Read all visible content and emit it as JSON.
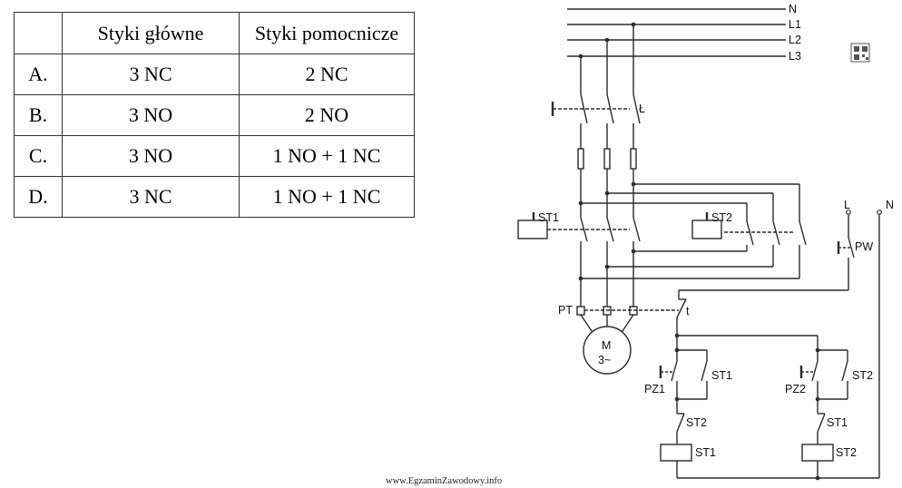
{
  "table": {
    "headers": [
      "",
      "Styki główne",
      "Styki pomocnicze"
    ],
    "rows": [
      {
        "option": "A.",
        "main": "3 NC",
        "aux": "2 NC"
      },
      {
        "option": "B.",
        "main": "3 NO",
        "aux": "2 NO"
      },
      {
        "option": "C.",
        "main": "3 NO",
        "aux": "1 NO + 1 NC"
      },
      {
        "option": "D.",
        "main": "3 NC",
        "aux": "1 NO + 1 NC"
      }
    ]
  },
  "diagram": {
    "lines": [
      "N",
      "L1",
      "L2",
      "L3"
    ],
    "switch": "Ł",
    "contactor1": "ST1",
    "contactor2": "ST2",
    "supply_L": "L",
    "supply_N": "N",
    "start_button": "PW",
    "thermal_relay": "PT",
    "thermal_contact": "t",
    "motor_label": "M",
    "motor_type": "3~",
    "pz1": "PZ1",
    "pz2": "PZ2"
  },
  "footer": "www.EgzaminZawodowy.info",
  "icons": {
    "corner": "qr-code-icon"
  }
}
